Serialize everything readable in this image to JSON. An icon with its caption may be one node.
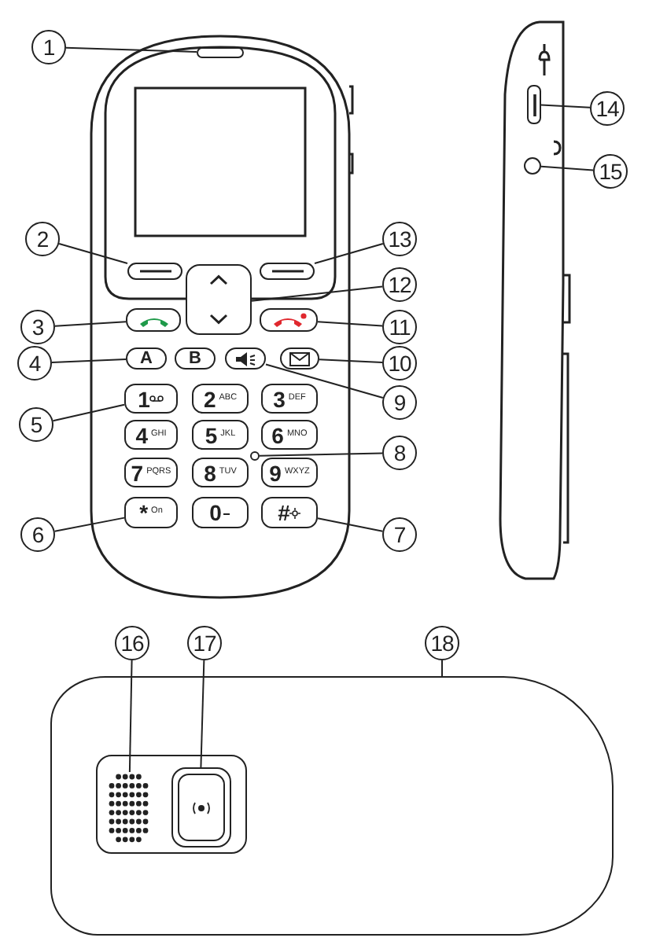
{
  "diagram": {
    "nodes": [
      {
        "text": [
          "1"
        ]
      },
      {
        "text": [
          "2"
        ]
      },
      {
        "text": [
          "3"
        ]
      },
      {
        "text": [
          "4"
        ]
      },
      {
        "text": [
          "5"
        ]
      },
      {
        "text": [
          "6"
        ]
      },
      {
        "text": [
          "7"
        ]
      },
      {
        "text": [
          "8"
        ]
      },
      {
        "text": [
          "9"
        ]
      },
      {
        "text": [
          "10"
        ]
      },
      {
        "text": [
          "11"
        ]
      },
      {
        "text": [
          "12"
        ]
      },
      {
        "text": [
          "13"
        ]
      },
      {
        "text": [
          "14"
        ]
      },
      {
        "text": [
          "15"
        ]
      },
      {
        "text": [
          "16"
        ]
      },
      {
        "text": [
          "17"
        ]
      },
      {
        "text": [
          "18"
        ]
      },
      {
        "text": [],
        "shape": "bar"
      },
      {
        "text": [],
        "shape": "box"
      },
      {
        "text": [],
        "shape": "box"
      },
      {
        "text": [],
        "shape": "box"
      },
      {
        "text": [],
        "shape": "box"
      },
      {
        "text": [],
        "shape": "box"
      },
      {
        "text": [
          "A"
        ]
      },
      {
        "text": [
          "B"
        ]
      },
      {
        "text": [],
        "shape": "box"
      },
      {
        "text": [],
        "shape": "box"
      },
      {
        "text": [
          "1"
        ]
      },
      {
        "text": [
          "2",
          "ABC"
        ]
      },
      {
        "text": [
          "3",
          "DEF"
        ]
      },
      {
        "text": [
          "4",
          "GHI"
        ]
      },
      {
        "text": [
          "5",
          "JKL"
        ]
      },
      {
        "text": [
          "6",
          "MNO"
        ]
      },
      {
        "text": [
          "7",
          "PQRS"
        ]
      },
      {
        "text": [
          "8",
          "TUV"
        ]
      },
      {
        "text": [
          "9",
          "WXYZ"
        ]
      },
      {
        "text": [
          "*",
          "On"
        ]
      },
      {
        "text": [
          "0"
        ]
      },
      {
        "text": [
          "#"
        ]
      },
      {
        "text": [],
        "shape": "circle"
      },
      {
        "text": [],
        "shape": "box"
      },
      {
        "text": [],
        "shape": "circle"
      },
      {
        "text": [],
        "shape": "box"
      },
      {
        "text": [],
        "shape": "grid",
        "in": 43
      },
      {
        "text": [],
        "shape": "box",
        "in": 43
      }
    ],
    "edges": [
      {
        "from": 0,
        "to": 18,
        "arrow": "none"
      },
      {
        "from": 1,
        "to": 19,
        "arrow": "none"
      },
      {
        "from": 2,
        "to": 22,
        "arrow": "none"
      },
      {
        "from": 3,
        "to": 24,
        "arrow": "none"
      },
      {
        "from": 4,
        "to": 28,
        "arrow": "none"
      },
      {
        "from": 5,
        "to": 37,
        "arrow": "none"
      },
      {
        "from": 6,
        "to": 39,
        "arrow": "none"
      },
      {
        "from": 7,
        "to": 40,
        "arrow": "none"
      },
      {
        "from": 8,
        "to": 26,
        "arrow": "none"
      },
      {
        "from": 9,
        "to": 27,
        "arrow": "none"
      },
      {
        "from": 10,
        "to": 23,
        "arrow": "none"
      },
      {
        "from": 11,
        "to": 20,
        "arrow": "none"
      },
      {
        "from": 12,
        "to": 21,
        "arrow": "none"
      },
      {
        "from": 13,
        "to": 41,
        "arrow": "none"
      },
      {
        "from": 14,
        "to": 42,
        "arrow": "none"
      },
      {
        "from": 15,
        "to": 44,
        "arrow": "none"
      },
      {
        "from": 16,
        "to": 45,
        "arrow": "none"
      },
      {
        "from": 17,
        "to": 43,
        "arrow": "none"
      }
    ]
  }
}
